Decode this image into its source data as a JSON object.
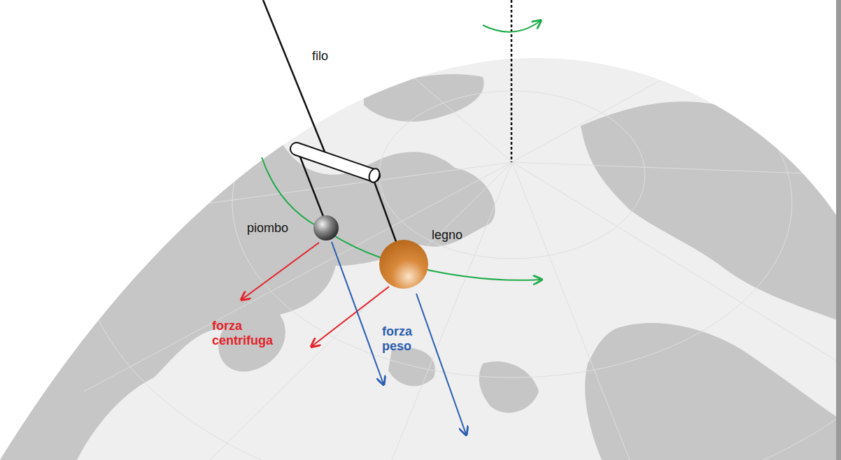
{
  "diagram": {
    "labels": [
      "filo",
      "piombo",
      "legno",
      "forza centrifuga",
      "forza peso"
    ]
  }
}
